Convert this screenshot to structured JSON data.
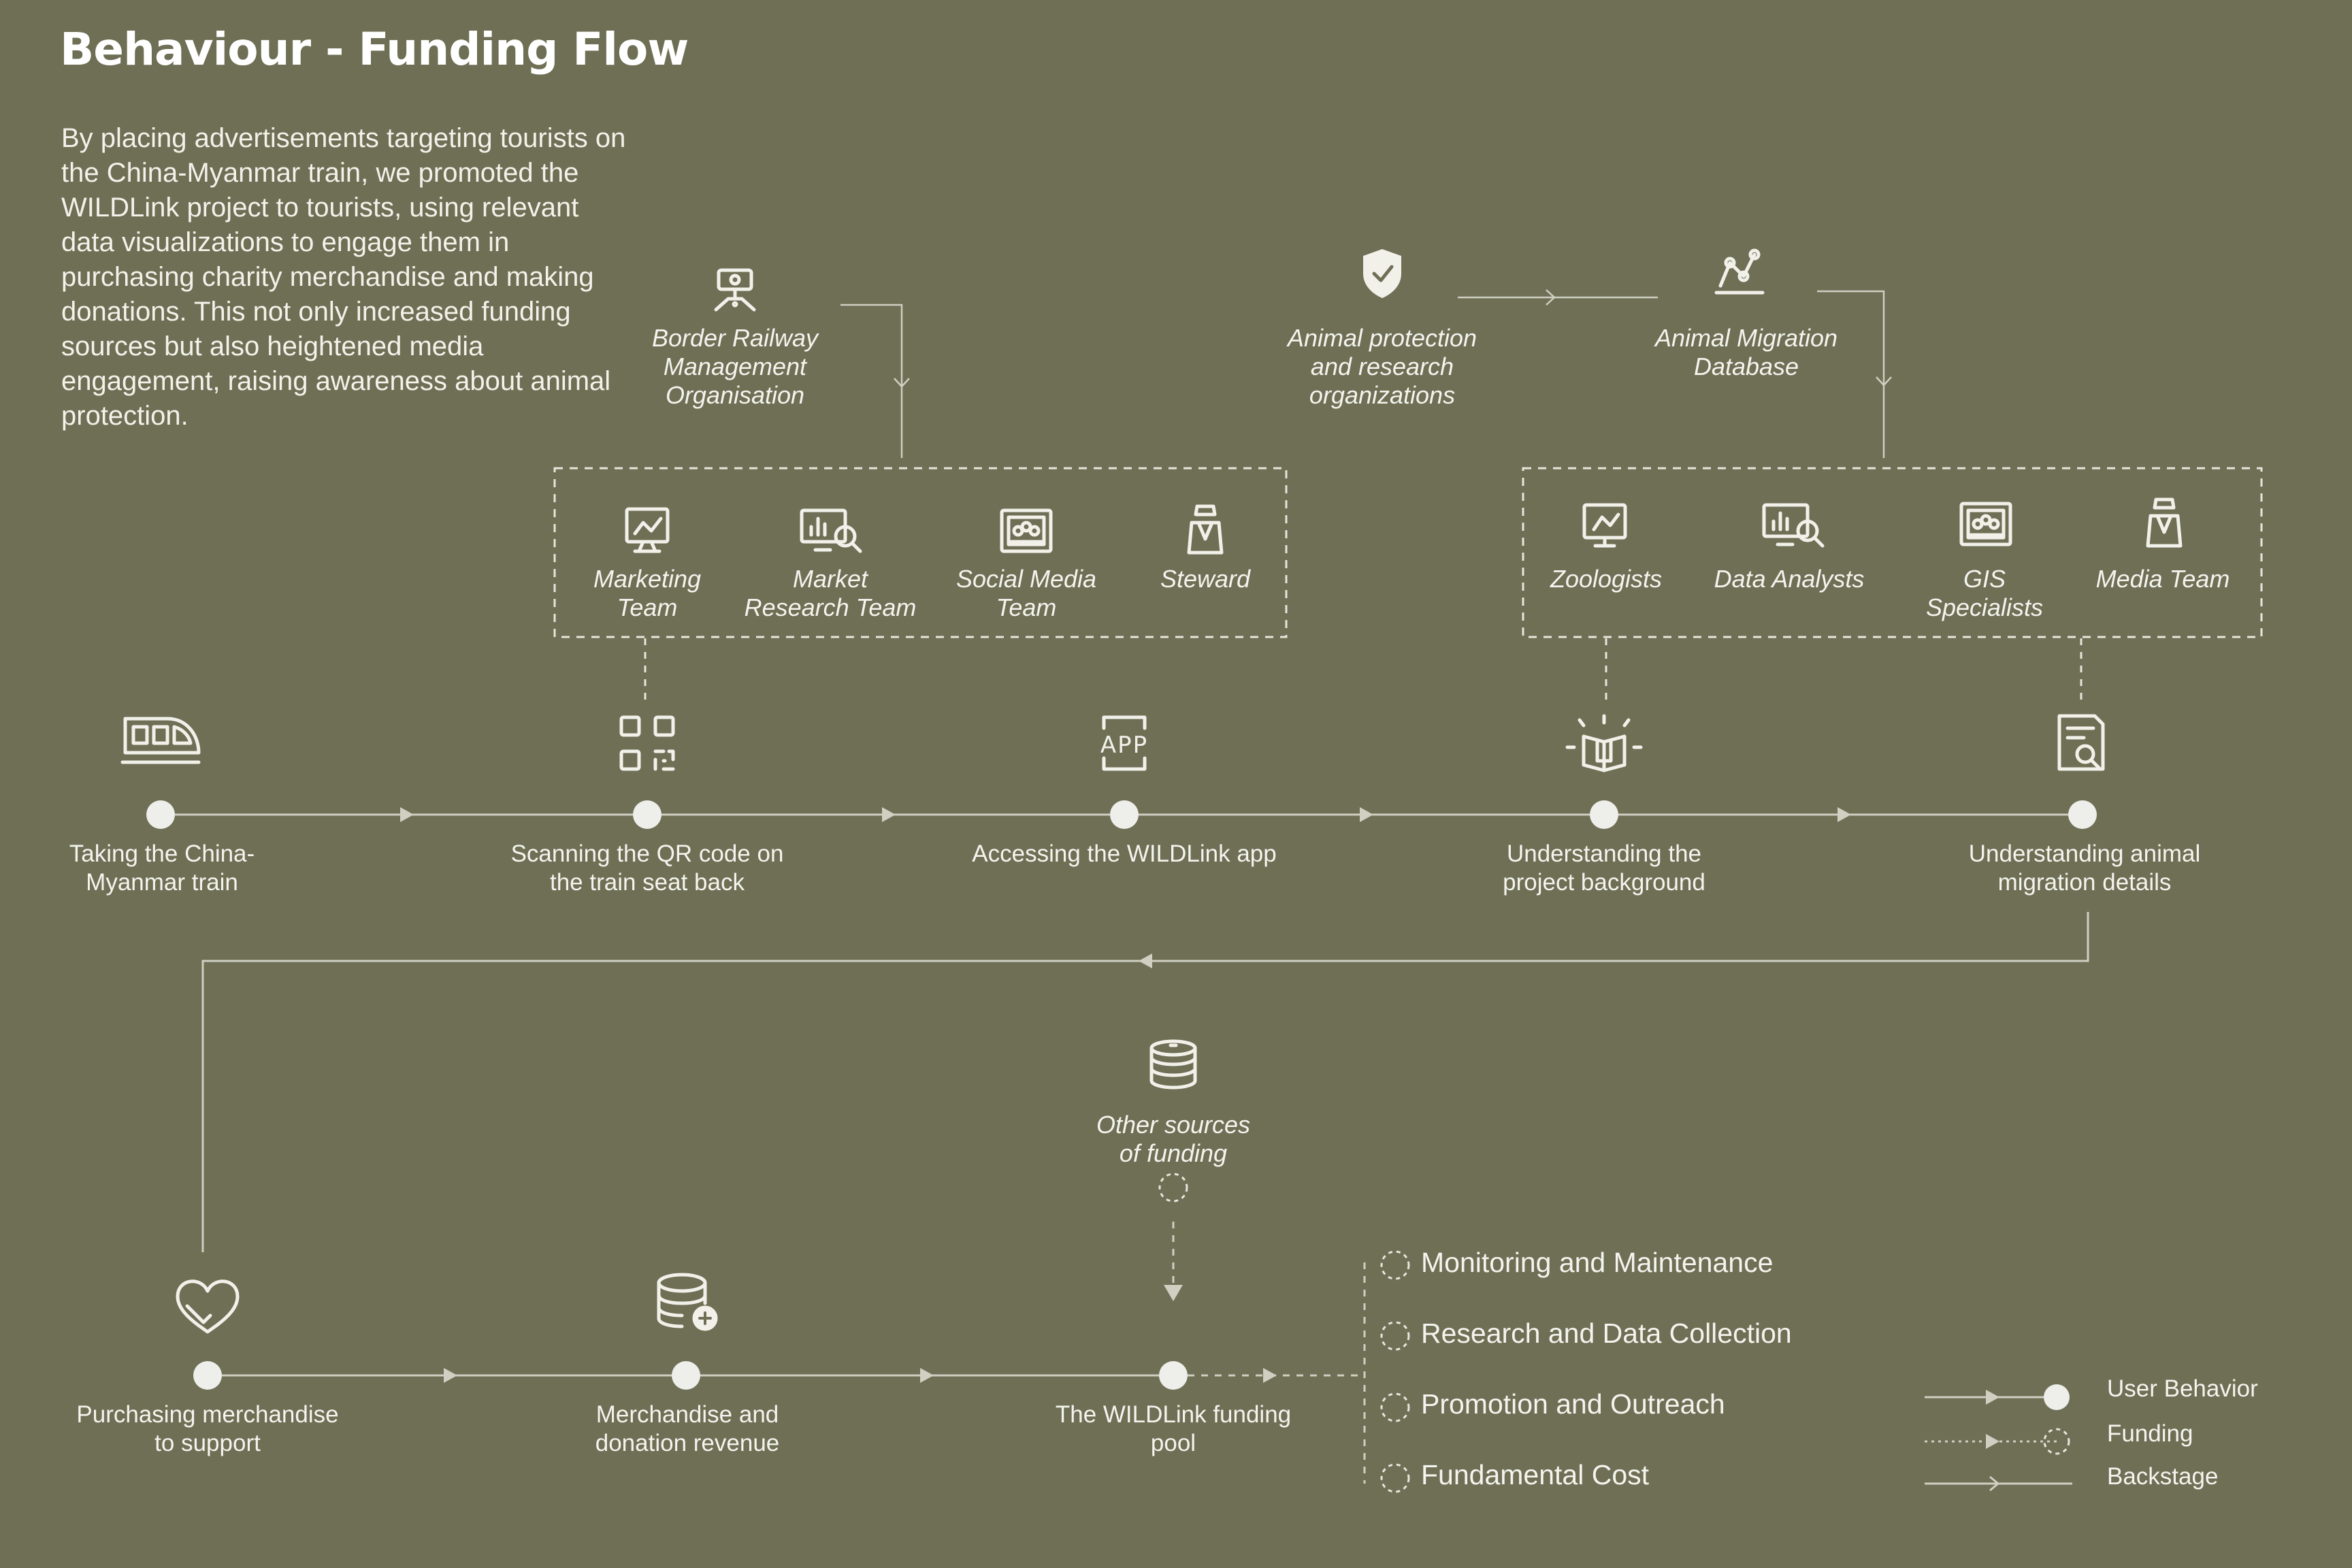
{
  "header": {
    "title": "Behaviour - Funding Flow",
    "description": "By placing advertisements targeting tourists on the China-Myanmar train, we promoted the WILDLink project to tourists, using relevant data visualizations to engage them in purchasing charity merchandise and making donations. This not only increased funding sources but also heightened media engagement, raising awareness about animal protection."
  },
  "backstage": {
    "border_railway": "Border Railway\nManagement\nOrganisation",
    "animal_protection": "Animal protection\nand research\norganizations",
    "migration_database": "Animal Migration\nDatabase",
    "left_group": [
      "Marketing\nTeam",
      "Market\nResearch Team",
      "Social Media\nTeam",
      "Steward"
    ],
    "right_group": [
      "Zoologists",
      "Data Analysts",
      "GIS\nSpecialists",
      "Media Team"
    ]
  },
  "user_flow": {
    "row1": [
      "Taking the China-\nMyanmar train",
      "Scanning the QR code on\nthe train seat back",
      "Accessing the WILDLink app",
      "Understanding the\nproject background",
      "Understanding animal\nmigration details"
    ],
    "row2": [
      "Purchasing merchandise\nto support",
      "Merchandise and\ndonation revenue",
      "The WILDLink funding\npool"
    ]
  },
  "funding": {
    "other_sources": "Other sources\nof funding",
    "uses": [
      "Monitoring and Maintenance",
      "Research and Data Collection",
      "Promotion and Outreach",
      "Fundamental Cost"
    ]
  },
  "legend": {
    "user_behavior": "User Behavior",
    "funding": "Funding",
    "backstage": "Backstage"
  },
  "colors": {
    "background": "#6e6f55",
    "line": "#cfcfc2",
    "node": "#eeeeea",
    "text": "#ffffff"
  },
  "icons": {
    "org_top": "signpost-person-icon",
    "animal_protection": "shield-check-icon",
    "database": "line-graph-icon",
    "row1": [
      "train-icon",
      "qr-code-icon",
      "app-icon",
      "book-light-icon",
      "document-search-icon"
    ],
    "row2": [
      "heart-hand-icon",
      "coins-plus-icon",
      "coin-stack-icon"
    ]
  }
}
